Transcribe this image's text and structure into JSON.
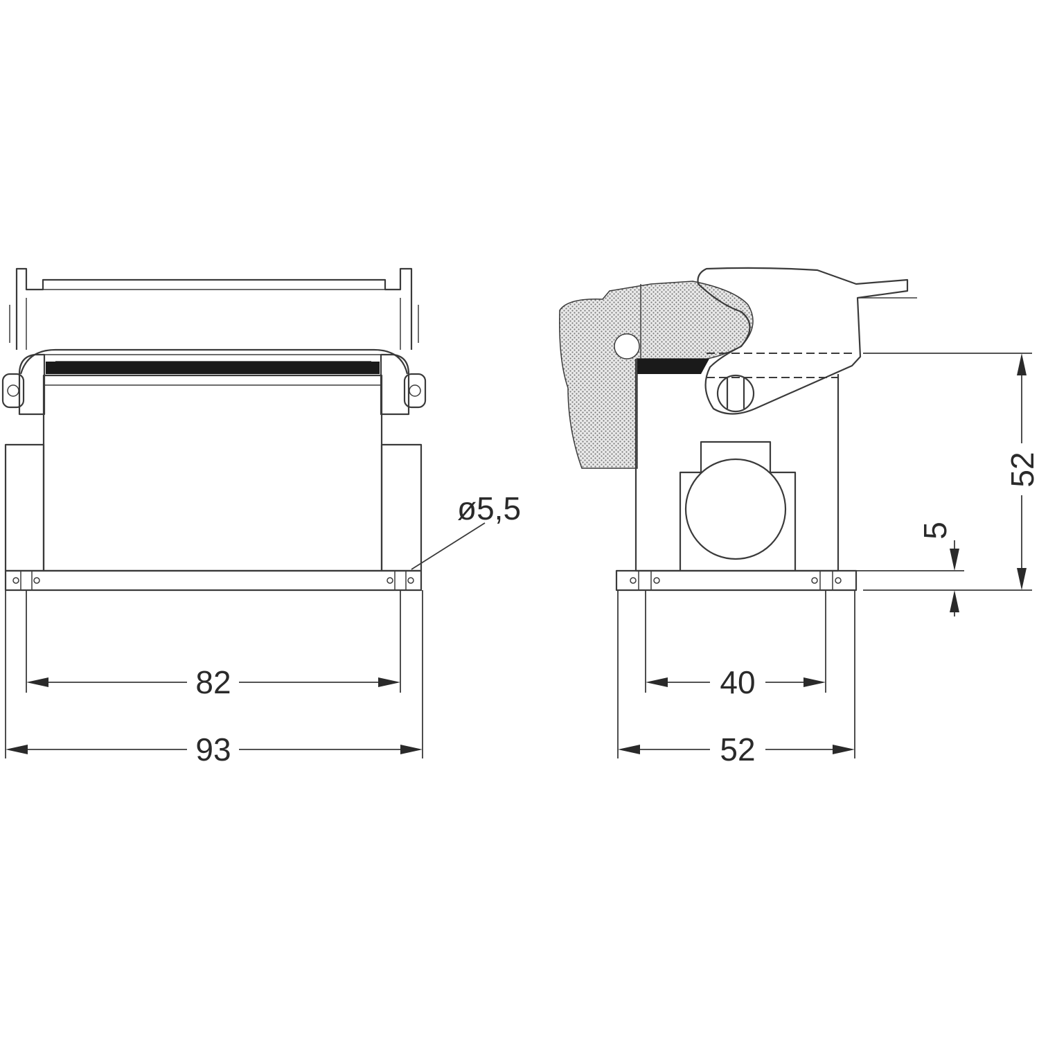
{
  "dimensions": {
    "front_hole_spacing": "82",
    "front_overall_width": "93",
    "hole_diameter": "ø5,5",
    "side_hole_spacing": "40",
    "side_overall_width": "52",
    "overall_height": "52",
    "flange_thickness": "5"
  },
  "colors": {
    "line": "#3a3a3a",
    "seal": "#1a1a1a",
    "hatch": "#bdbdbd",
    "background": "#ffffff"
  }
}
